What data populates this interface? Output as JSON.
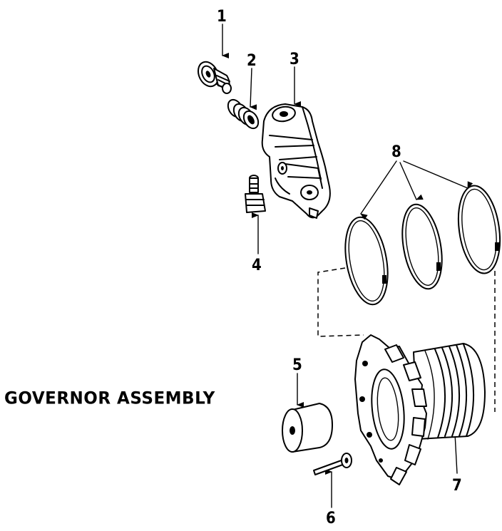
{
  "title": "GOVERNOR ASSEMBLY",
  "callouts": [
    {
      "id": "1",
      "label": "1"
    },
    {
      "id": "2",
      "label": "2"
    },
    {
      "id": "3",
      "label": "3"
    },
    {
      "id": "4",
      "label": "4"
    },
    {
      "id": "5",
      "label": "5"
    },
    {
      "id": "6",
      "label": "6"
    },
    {
      "id": "7",
      "label": "7"
    },
    {
      "id": "8",
      "label": "8"
    }
  ]
}
